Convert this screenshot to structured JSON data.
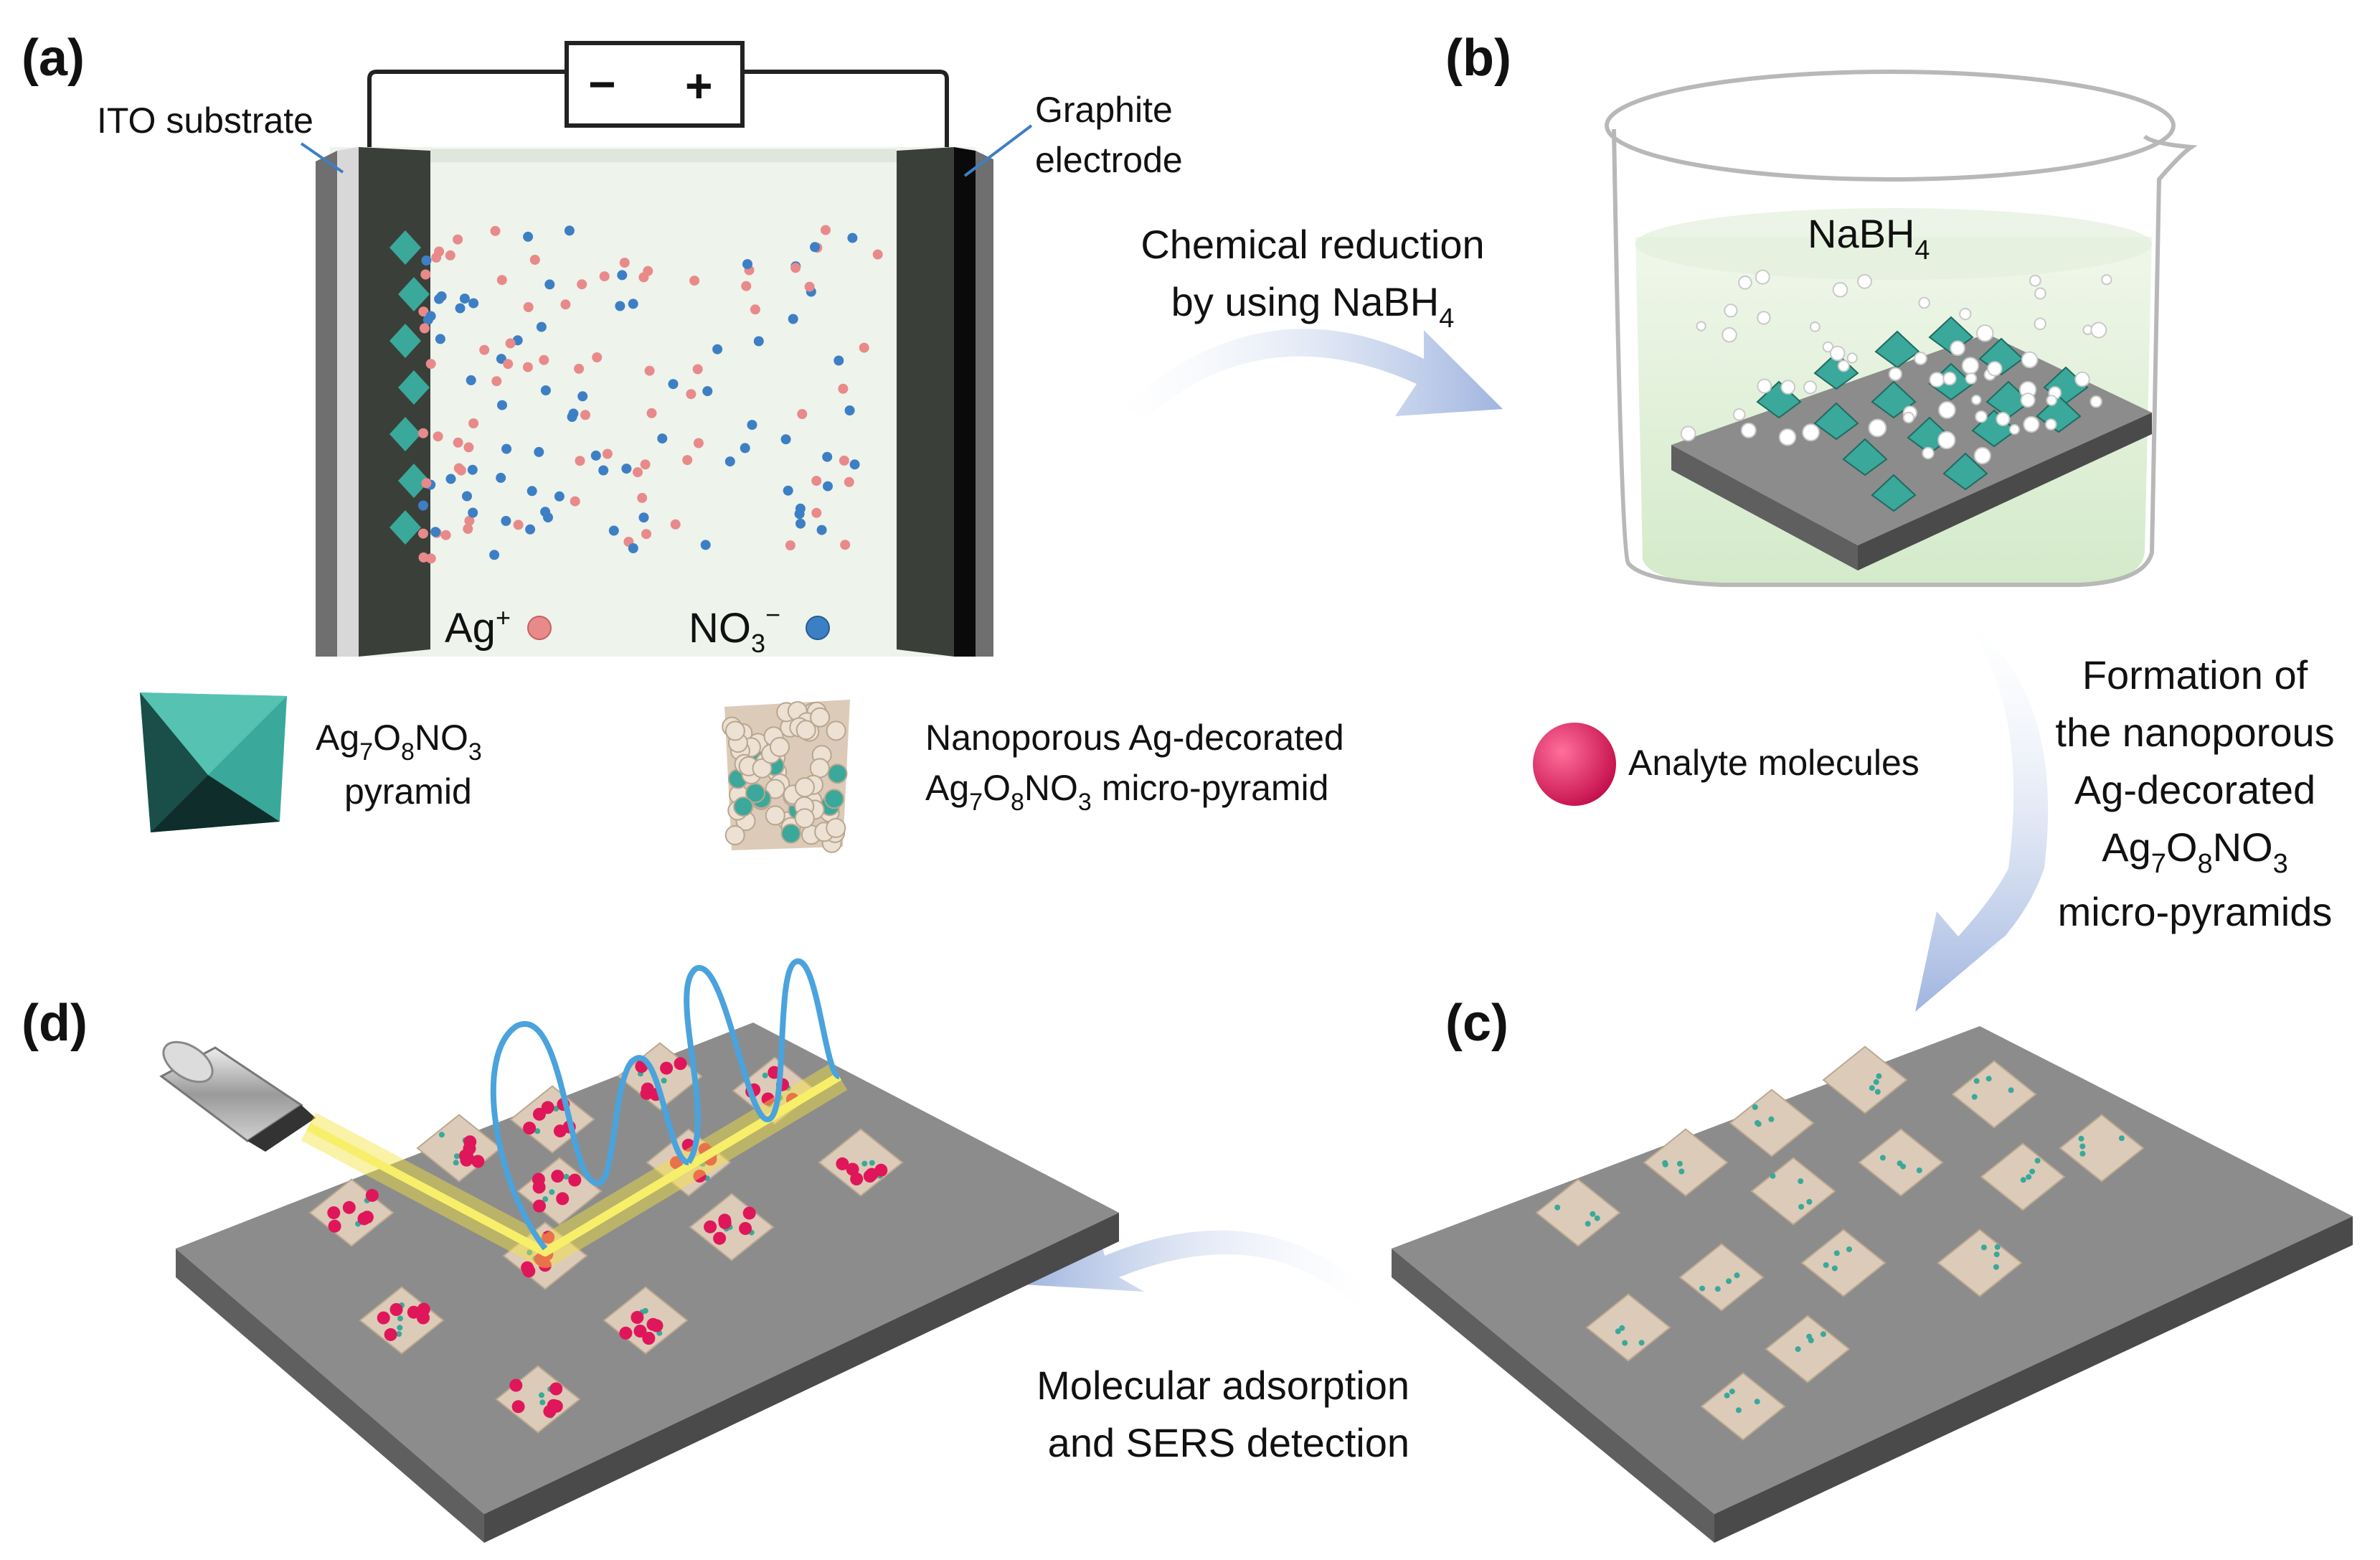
{
  "panels": {
    "a": "(a)",
    "b": "(b)",
    "c": "(c)",
    "d": "(d)"
  },
  "cell": {
    "ito_label": "ITO substrate",
    "graphite_label_line1": "Graphite",
    "graphite_label_line2": "electrode",
    "battery_minus": "−",
    "battery_plus": "+",
    "ag_ion": "Ag",
    "ag_charge": "+",
    "nitrate_base": "NO",
    "nitrate_sub": "3",
    "nitrate_charge": "−"
  },
  "legend": {
    "pyramid_formula": {
      "ag": "Ag",
      "ag_sub": "7",
      "o": "O",
      "o_sub": "8",
      "no": "NO",
      "no_sub": "3"
    },
    "pyramid_word": "pyramid",
    "porous_line1": "Nanoporous Ag-decorated",
    "porous_formula_tail": "micro-pyramid",
    "analyte": "Analyte molecules"
  },
  "steps": {
    "reduction_line1": "Chemical reduction",
    "reduction_line2": "by using NaBH",
    "reduction_sub": "4",
    "beaker_label": "NaBH",
    "beaker_sub": "4",
    "formation_line1": "Formation of",
    "formation_line2": "the nanoporous",
    "formation_line3": "Ag-decorated",
    "formation_line5": "micro-pyramids",
    "detection_line1": "Molecular adsorption",
    "detection_line2": "and SERS detection"
  },
  "colors": {
    "teal": "#3aa89a",
    "ag_ion": "#e88a8a",
    "nitrate_ion": "#3d7fc4",
    "analyte": "#e0165a",
    "substrate_top": "#8c8c8c",
    "porous": "#dccbb8",
    "arrow": "#9fb4df",
    "laser": "#f5e23a"
  }
}
